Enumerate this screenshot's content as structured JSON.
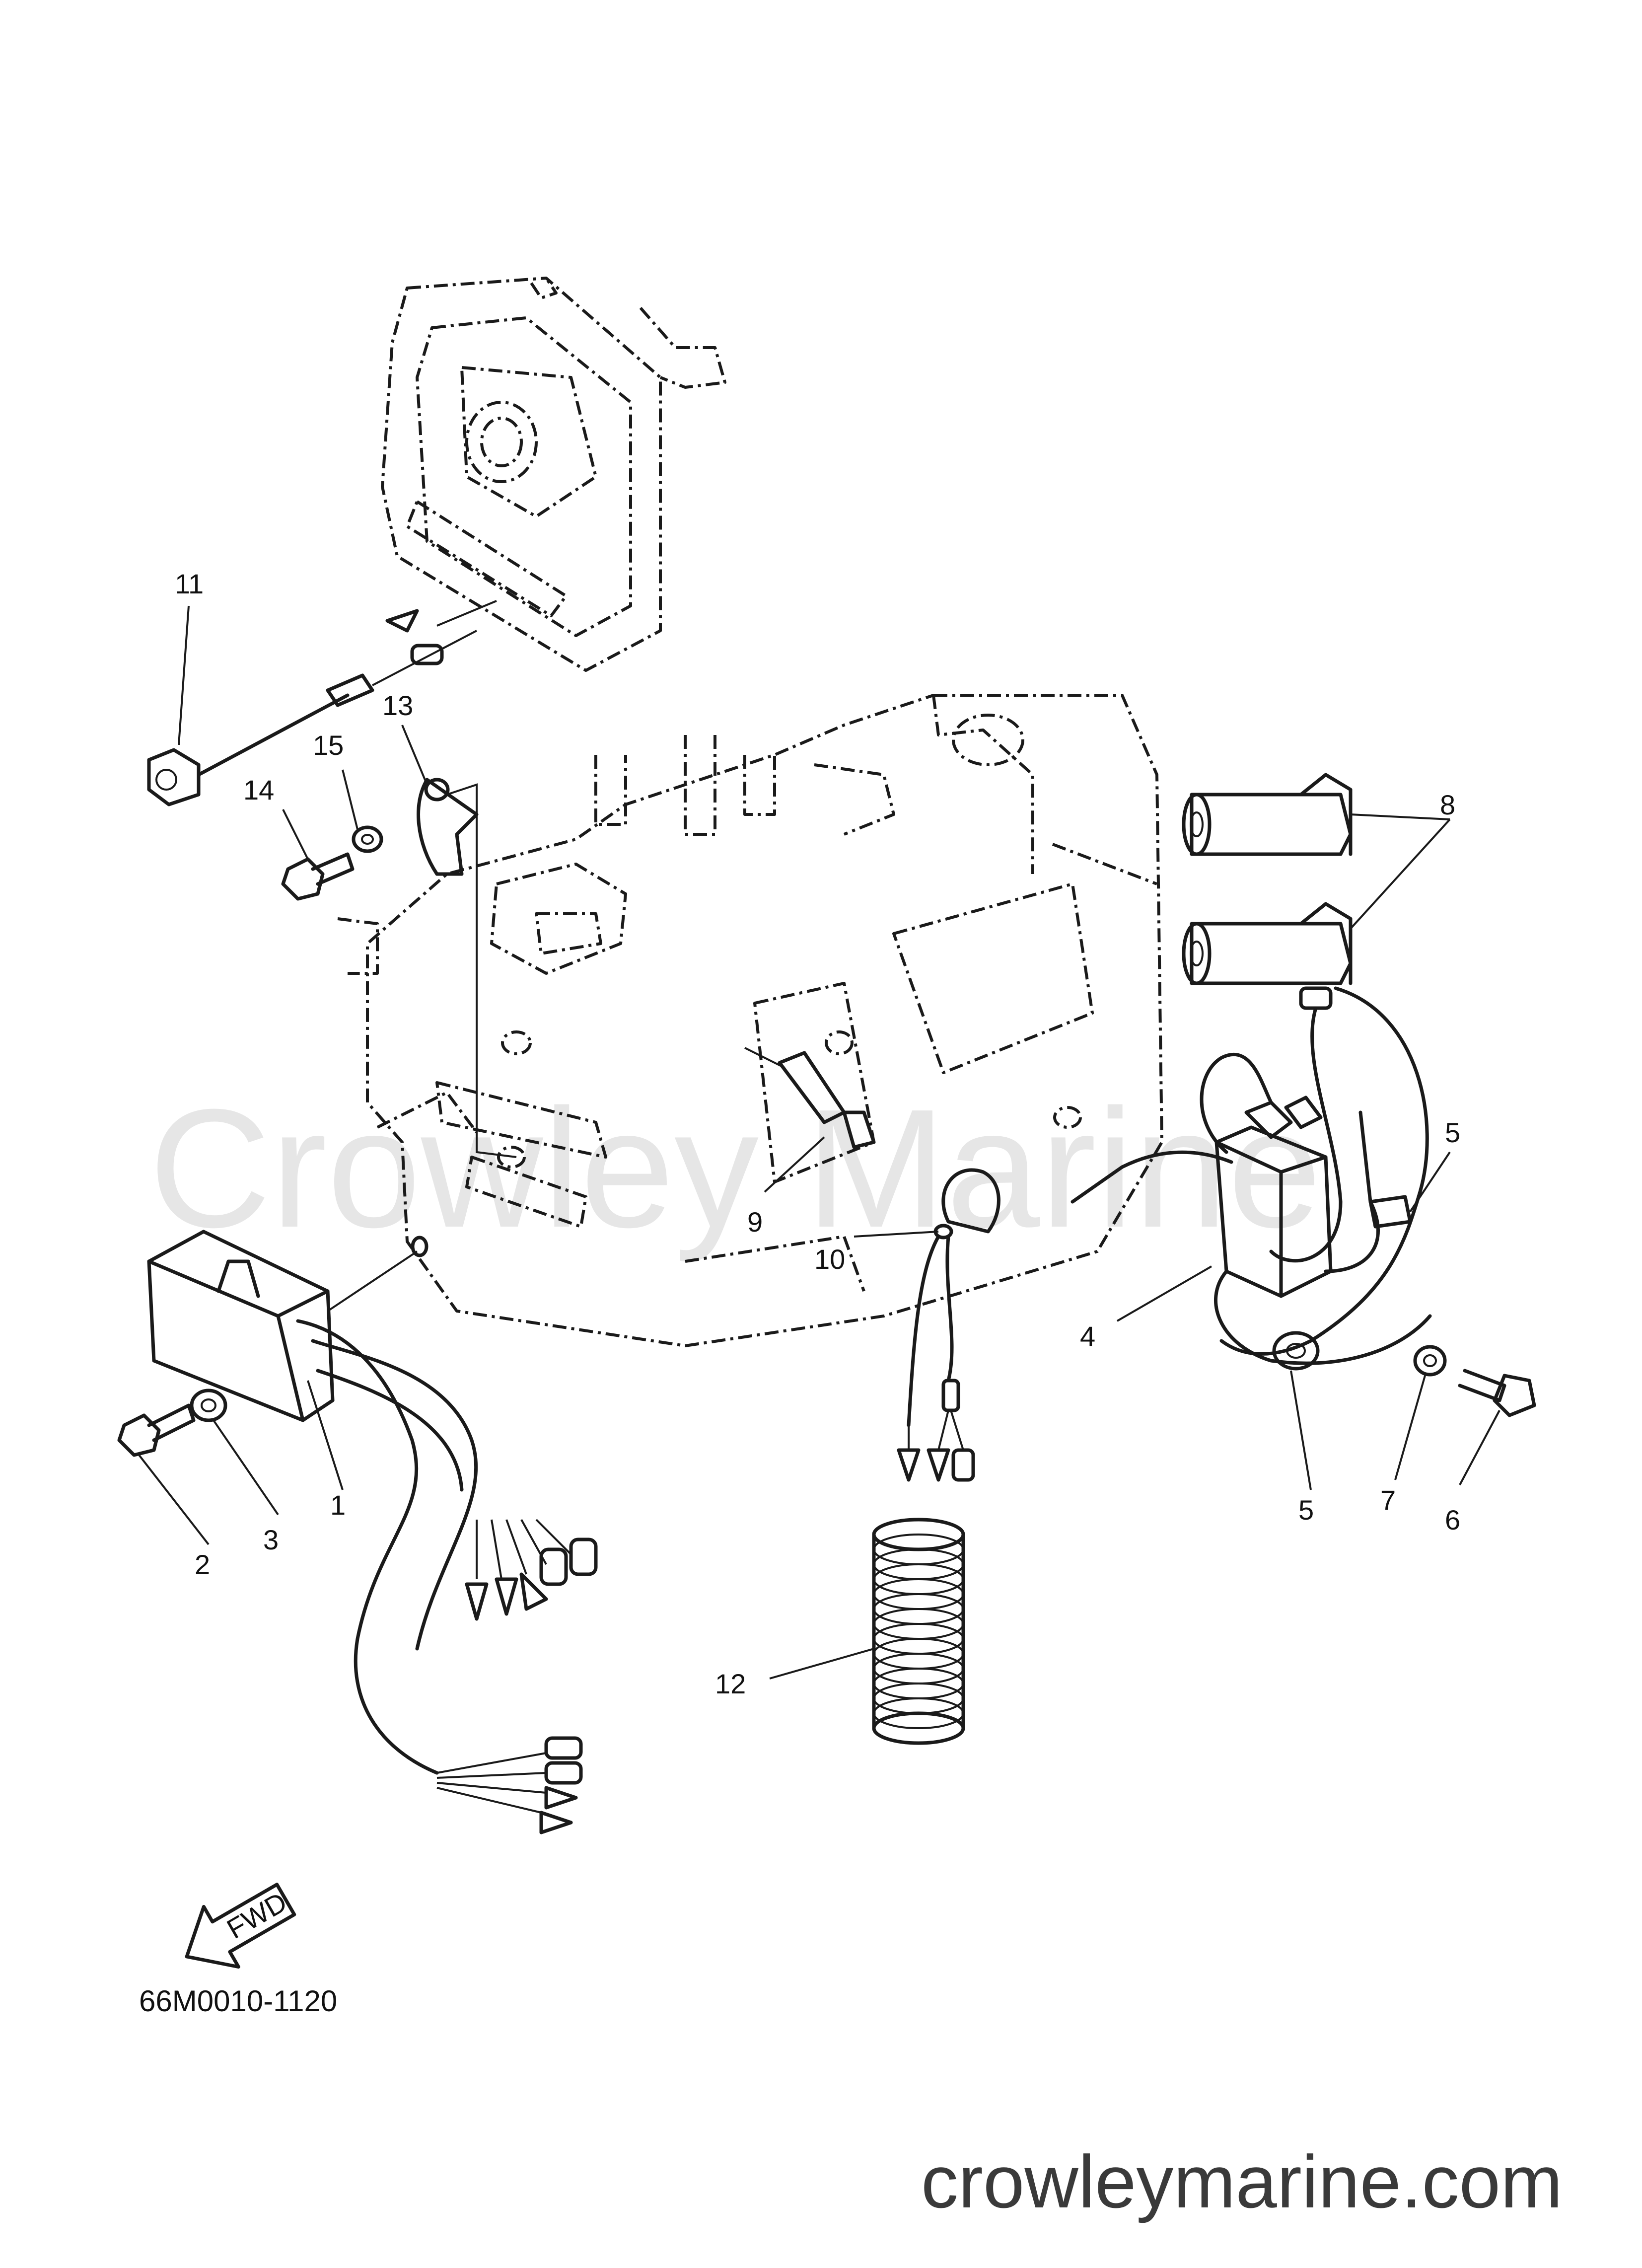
{
  "diagram": {
    "watermark": "Crowley Marine",
    "code": "66M0010-1120",
    "site": "crowleymarine.com",
    "fwd_label": "FWD",
    "callouts": {
      "c1": "1",
      "c2": "2",
      "c3": "3",
      "c4": "4",
      "c5a": "5",
      "c5b": "5",
      "c6": "6",
      "c7": "7",
      "c8": "8",
      "c9": "9",
      "c10": "10",
      "c11": "11",
      "c12": "12",
      "c13": "13",
      "c14": "14",
      "c15": "15"
    }
  }
}
